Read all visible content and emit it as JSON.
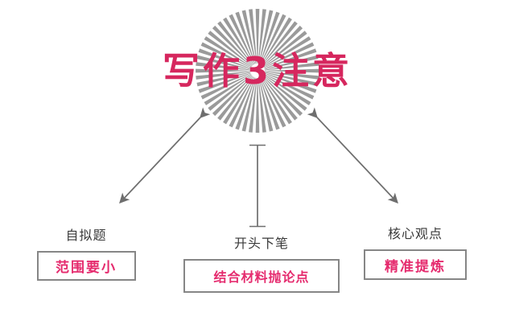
{
  "title": {
    "text": "写作3注意",
    "color": "#d6275e"
  },
  "burst": {
    "name": "sunburst-rays",
    "ray_count": 56,
    "ray_color": "#9a9a9a",
    "background_color": "#ffffff"
  },
  "connectors": {
    "color": "#6e6e6e",
    "items": [
      {
        "name": "arrow-left",
        "style": "double-headed-diagonal"
      },
      {
        "name": "line-center",
        "style": "vertical-bar-caps"
      },
      {
        "name": "arrow-right",
        "style": "double-headed-diagonal"
      }
    ]
  },
  "nodes": [
    {
      "label": "自拟题",
      "box_text": "范围要小"
    },
    {
      "label": "开头下笔",
      "box_text": "结合材料抛论点"
    },
    {
      "label": "核心观点",
      "box_text": "精准提炼"
    }
  ],
  "colors": {
    "accent": "#e52b6e",
    "title_accent": "#d6275e",
    "box_border": "#868686",
    "label_text": "#3a3a3a",
    "connector": "#6e6e6e",
    "ray": "#9a9a9a"
  }
}
